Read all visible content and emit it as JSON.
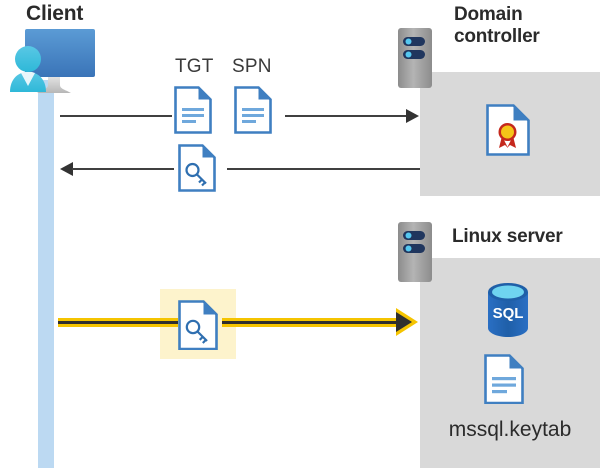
{
  "diagram": {
    "title_client": "Client",
    "title_domain_controller": "Domain controller",
    "title_linux_server": "Linux server",
    "keytab_filename": "mssql.keytab",
    "labels": {
      "tgt": "TGT",
      "spn": "SPN"
    },
    "colors": {
      "zone_gray": "#d9d9d9",
      "lifeline_blue": "#bcd9f2",
      "highlight_yellow": "#fdf3cc",
      "arrow_yellow": "#f5c400",
      "arrow_dark": "#2f2f2f",
      "doc_blue": "#3f7fc1",
      "sql_blue": "#0f6cbd",
      "cert_gold": "#f5c518",
      "cert_red": "#c5281c",
      "title_text": "#2b2b2b",
      "rack_gray": "#9a9a9a",
      "rack_navy": "#1f3864"
    },
    "icons": {
      "client": "user-computer-icon",
      "server_rack": "server-rack-icon",
      "document": "document-icon",
      "key_document": "key-document-icon",
      "certificate": "certificate-icon",
      "database": "sql-database-icon"
    },
    "flows": [
      {
        "name": "client-to-dc",
        "direction": "right",
        "payloads": [
          "TGT",
          "SPN"
        ]
      },
      {
        "name": "dc-to-client",
        "direction": "left",
        "payloads": [
          "service-ticket"
        ]
      },
      {
        "name": "client-to-linux",
        "direction": "right",
        "highlighted": true,
        "payloads": [
          "service-ticket"
        ]
      }
    ]
  }
}
